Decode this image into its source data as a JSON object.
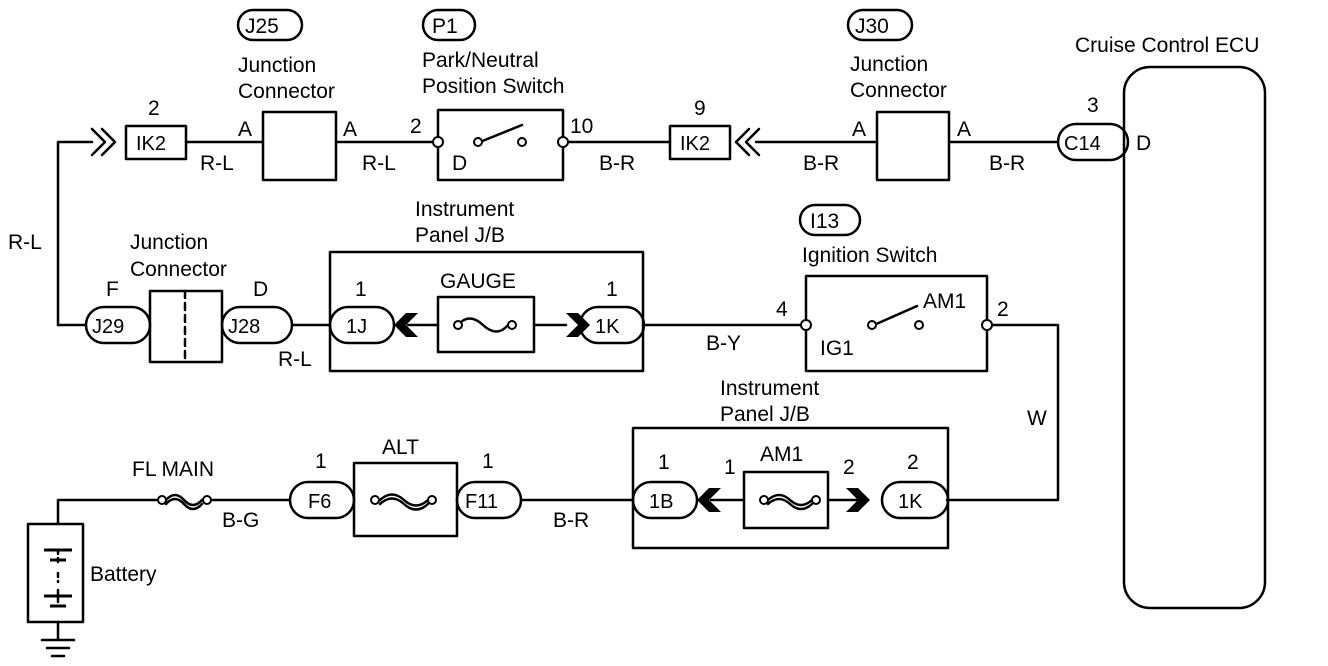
{
  "ecu": {
    "title": "Cruise Control ECU",
    "pin_number": "3",
    "connector": "C14",
    "terminal": "D"
  },
  "top_row": {
    "left_connector": {
      "pin_number": "2",
      "label": "IK2"
    },
    "right_connector": {
      "pin_number": "9",
      "label": "IK2"
    },
    "j25": {
      "code": "J25",
      "name_line1": "Junction",
      "name_line2": "Connector",
      "pin_left": "A",
      "pin_right": "A"
    },
    "j30": {
      "code": "J30",
      "name_line1": "Junction",
      "name_line2": "Connector",
      "pin_left": "A",
      "pin_right": "A"
    },
    "p1": {
      "code": "P1",
      "name_line1": "Park/Neutral",
      "name_line2": "Position Switch",
      "pin_left": "2",
      "pin_right": "10",
      "inner_label": "D"
    },
    "wires": {
      "w1": "R-L",
      "w2": "R-L",
      "w3": "B-R",
      "w4": "B-R",
      "w5": "B-R"
    }
  },
  "left_wire": "R-L",
  "middle_row": {
    "junction": {
      "name_line1": "Junction",
      "name_line2": "Connector",
      "pin_left": "F",
      "pin_right": "D",
      "conn_left": "J29",
      "conn_right": "J28"
    },
    "wire_after_j28": "R-L",
    "jb": {
      "name_line1": "Instrument",
      "name_line2": "Panel J/B",
      "fuse": "GAUGE",
      "pin_left": "1",
      "pin_right": "1",
      "conn_left": "1J",
      "conn_right": "1K"
    },
    "wire_to_ignition": "B-Y",
    "ignition": {
      "code": "I13",
      "name": "Ignition Switch",
      "pin_left": "4",
      "pin_right": "2",
      "term_left": "IG1",
      "term_right": "AM1"
    }
  },
  "right_wire": "W",
  "bottom_row": {
    "battery": "Battery",
    "fl_main": "FL MAIN",
    "wire_bg": "B-G",
    "alt": {
      "label": "ALT",
      "pin_left": "1",
      "pin_right": "1",
      "conn_left": "F6",
      "conn_right": "F11"
    },
    "wire_br": "B-R",
    "jb": {
      "name_line1": "Instrument",
      "name_line2": "Panel J/B",
      "fuse": "AM1",
      "pin_left": "1",
      "pin_right": "2",
      "inner_left": "1",
      "inner_right": "2",
      "conn_left": "1B",
      "conn_right": "1K"
    }
  }
}
